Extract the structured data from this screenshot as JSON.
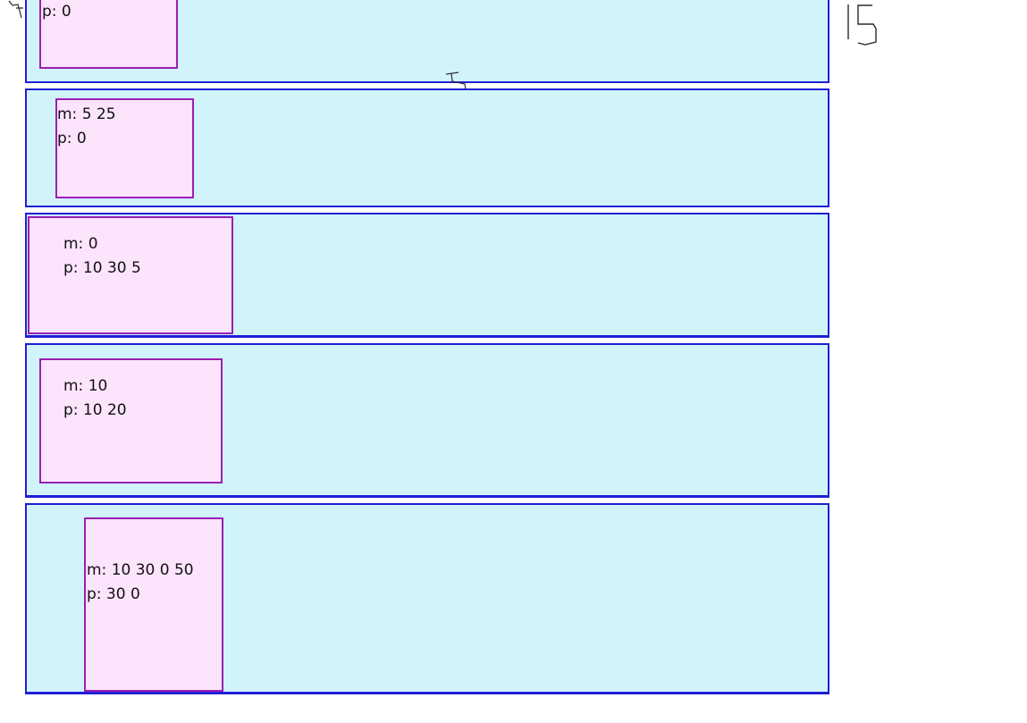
{
  "rows": [
    {
      "margin_label": "",
      "padding_label": "p: 0"
    },
    {
      "margin_label": "m: 5 25",
      "padding_label": "p: 0"
    },
    {
      "margin_label": "m: 0",
      "padding_label": "p: 10 30 5"
    },
    {
      "margin_label": "m: 10",
      "padding_label": "p: 10 20"
    },
    {
      "margin_label": "m: 10 30 0 50",
      "padding_label": "p: 30 0"
    }
  ],
  "handwritten_note": "15",
  "colors": {
    "container_fill": "#d1f4fb",
    "container_border": "#1f1fd6",
    "box_fill": "#fde4fd",
    "box_border": "#9b1fb2"
  }
}
